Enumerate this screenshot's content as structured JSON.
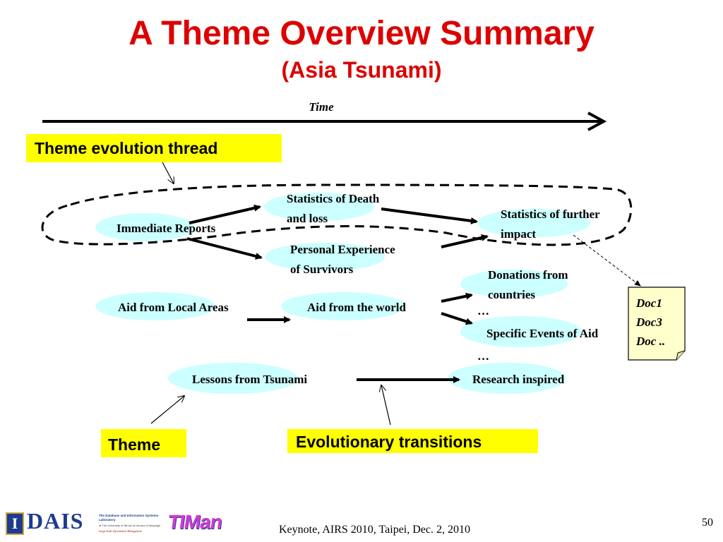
{
  "title": "A Theme Overview Summary",
  "subtitle": "(Asia Tsunami)",
  "time_label": "Time",
  "callouts": {
    "thread": "Theme evolution thread",
    "theme": "Theme",
    "transitions": "Evolutionary transitions"
  },
  "nodes": {
    "immediate_reports": "Immediate Reports",
    "statistics_death_1": "Statistics of Death",
    "statistics_death_2": "and loss",
    "personal_experience_1": "Personal Experience",
    "personal_experience_2": "of Survivors",
    "further_impact_1": "Statistics of further",
    "further_impact_2": "impact",
    "donations_1": "Donations from",
    "donations_2": "countries",
    "aid_local": "Aid from Local Areas",
    "aid_world": "Aid from the world",
    "specific_events": "Specific Events of Aid",
    "ellipsis_1": "…",
    "ellipsis_2": "…",
    "lessons": "Lessons from Tsunami",
    "research": "Research inspired"
  },
  "doc_note": [
    "Doc1",
    "Doc3",
    "Doc .."
  ],
  "footer": {
    "logo_dais_letter": "I",
    "logo_dais_word": "DAIS",
    "logo_dais_lab": "The Database and Information Systems Laboratory",
    "logo_dais_sub": "at The University of Illinois at Urbana-Champaign",
    "logo_dais_sub2": "Large Scale Information Management",
    "logo_timan": "TIMan",
    "caption": "Keynote, AIRS 2010, Taipei, Dec. 2, 2010",
    "page_number": "50"
  },
  "colors": {
    "title": "#dd0000",
    "ellipse_fill": "#ccffff",
    "callout_fill": "#ffff00",
    "note_fill": "#ffffcc"
  }
}
